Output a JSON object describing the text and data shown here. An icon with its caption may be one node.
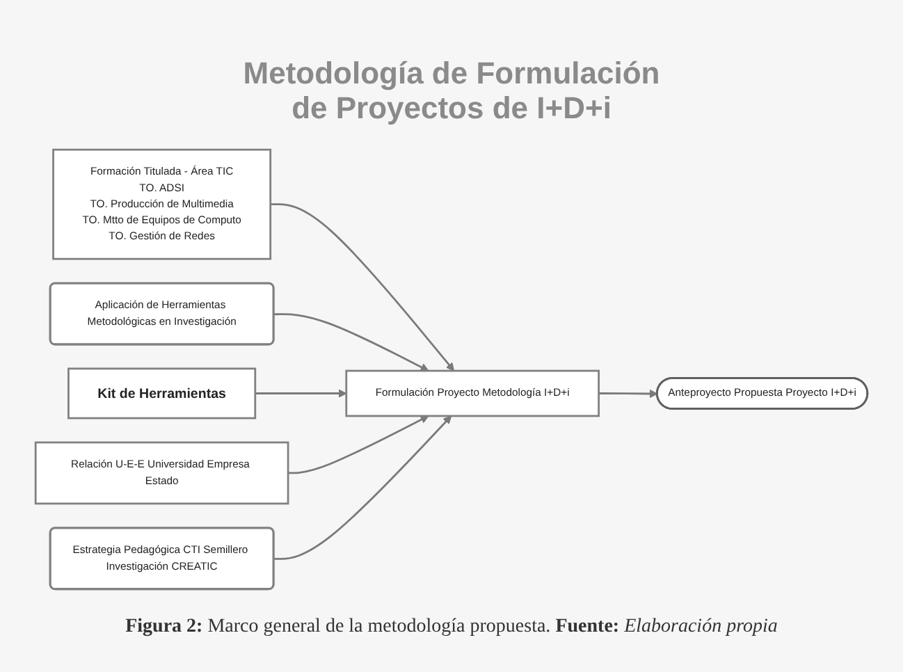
{
  "diagram": {
    "title": "Metodología de Formulación de Proyectos de I+D+i",
    "nodes": [
      {
        "text": [
          "Formación Titulada - Área TIC",
          "TO. ADSI",
          "TO. Producción de Multimedia",
          "TO. Mtto de Equipos de Computo",
          "TO. Gestión de Redes"
        ]
      },
      {
        "text": [
          "Aplicación de Herramientas Metodológicas en Investigación"
        ]
      },
      {
        "text": [
          "Kit de Herramientas"
        ]
      },
      {
        "text": [
          "Formulación Proyecto Metodología I+D+i"
        ]
      },
      {
        "text": [
          "Anteproyecto Propuesta Proyecto I+D+i"
        ]
      },
      {
        "text": [
          "Relación U-E-E Universidad Empresa Estado"
        ]
      },
      {
        "text": [
          "Estrategia Pedagógica CTI Semillero Investigación CREATIC"
        ]
      }
    ],
    "edges": [
      {
        "from": 0,
        "to": 3,
        "arrow": "to"
      },
      {
        "from": 1,
        "to": 3,
        "arrow": "to"
      },
      {
        "from": 2,
        "to": 3,
        "arrow": "to"
      },
      {
        "from": 5,
        "to": 3,
        "arrow": "to"
      },
      {
        "from": 6,
        "to": 3,
        "arrow": "to"
      },
      {
        "from": 3,
        "to": 4,
        "arrow": "to"
      }
    ],
    "caption": "**Figura 2:** Marco general de la metodología propuesta. **Fuente:** *Elaboración propia*"
  }
}
